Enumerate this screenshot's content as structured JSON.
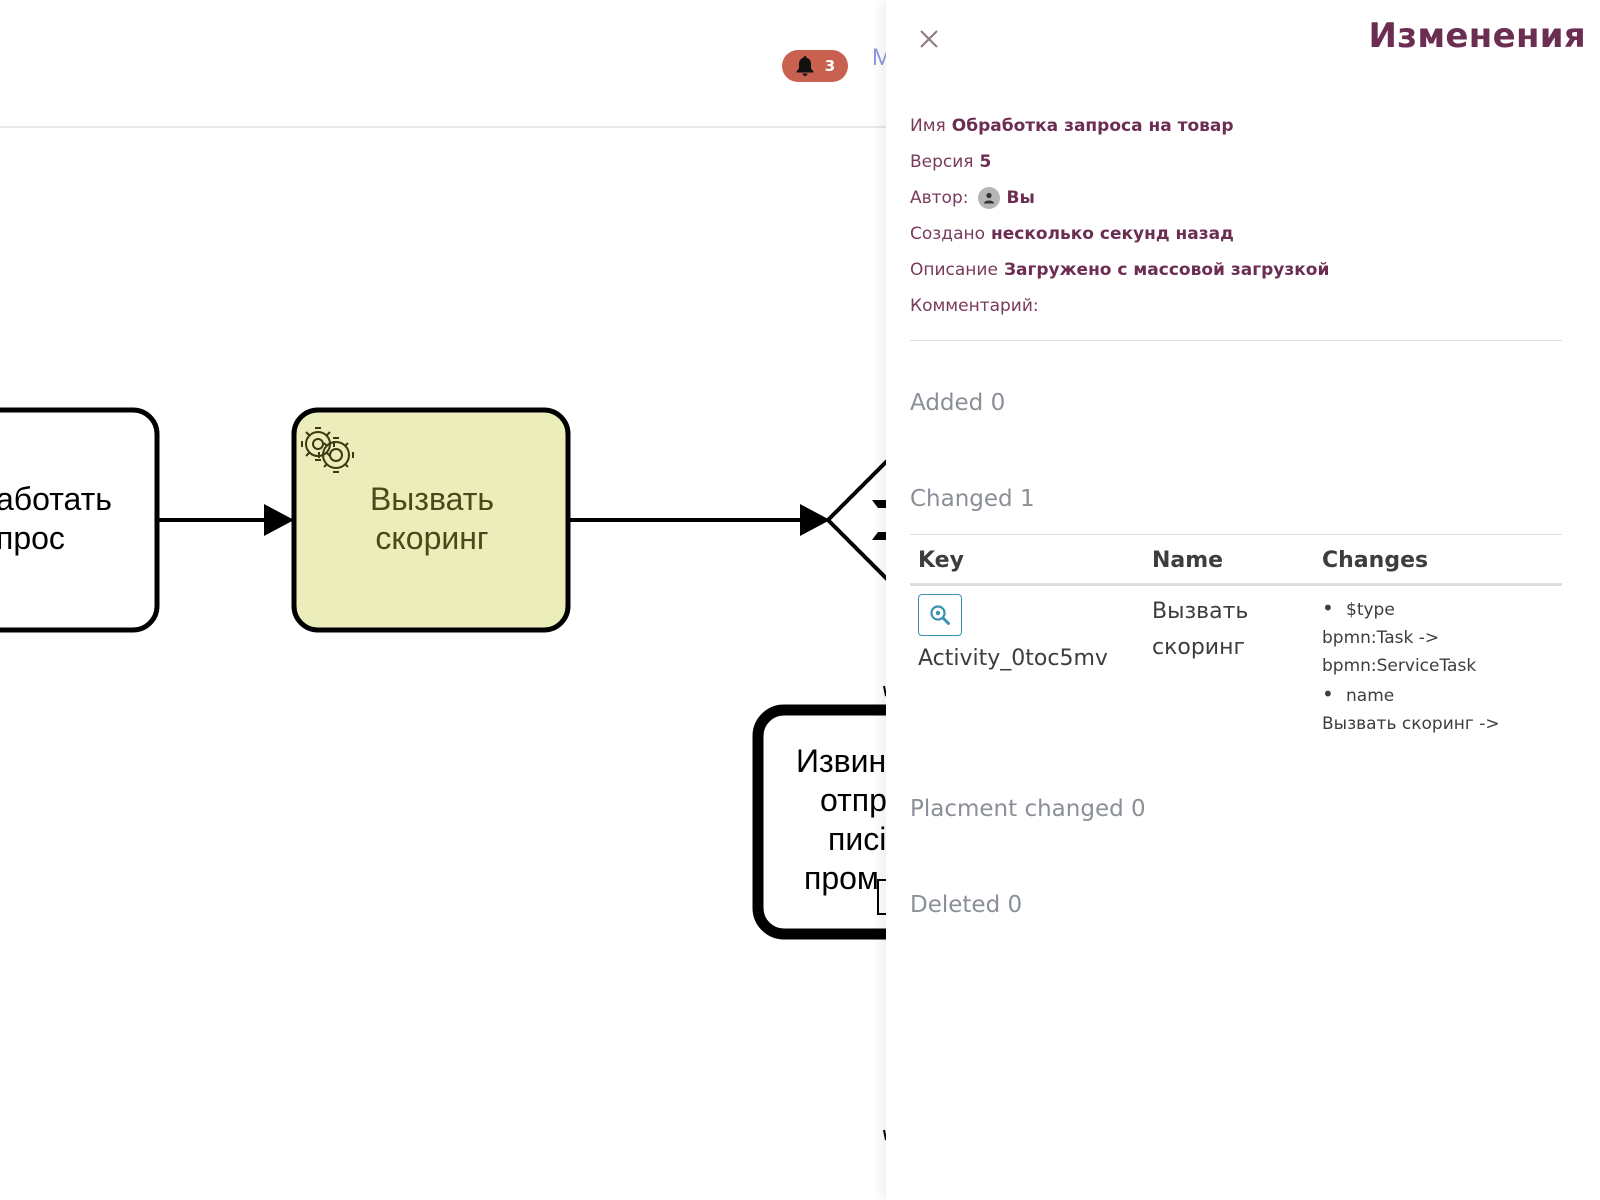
{
  "header": {
    "notification_count": "3",
    "cut_nav_letter": "M"
  },
  "diagram": {
    "left_task_lines": [
      "аботать",
      "прос"
    ],
    "service_task_lines": [
      "Вызвать",
      "скоринг"
    ],
    "lower_task_lines": [
      "Извин",
      "отпр",
      "писі",
      "пром"
    ],
    "icons": [
      "gear-icon",
      "bell-icon"
    ],
    "colors": {
      "service_task_fill": "#ebedbb",
      "service_task_text": "#4a4a18"
    }
  },
  "panel": {
    "title": "Изменения",
    "meta": {
      "name_label": "Имя",
      "name_value": "Обработка запроса на товар",
      "version_label": "Версия",
      "version_value": "5",
      "author_label": "Автор:",
      "author_value": "Вы",
      "created_label": "Создано",
      "created_value": "несколько секунд назад",
      "description_label": "Описание",
      "description_value": "Загружено с массовой загрузкой",
      "comment_label": "Комментарий:"
    },
    "sections": {
      "added": "Added 0",
      "changed": "Changed 1",
      "placement": "Placment changed 0",
      "deleted": "Deleted 0"
    },
    "table": {
      "headers": {
        "key": "Key",
        "name": "Name",
        "changes": "Changes"
      },
      "rows": [
        {
          "key": "Activity_0toc5mv",
          "name": "Вызвать скоринг",
          "changes": [
            {
              "field": "$type",
              "detail_lines": [
                "bpmn:Task ->",
                "bpmn:ServiceTask"
              ]
            },
            {
              "field": "name",
              "detail_lines": [
                "Вызвать скоринг ->"
              ]
            }
          ]
        }
      ]
    },
    "colors": {
      "title": "#6b2e52",
      "section": "#8a8f98",
      "accent": "#3b8fb0"
    }
  }
}
